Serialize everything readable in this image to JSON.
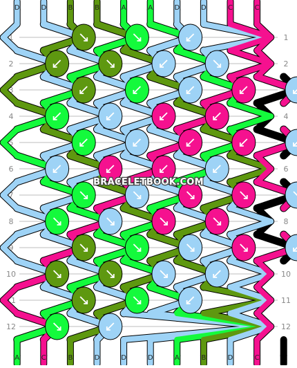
{
  "colors": {
    "D": "#9ed3f6",
    "B": "#5e9810",
    "A": "#14fa3c",
    "C": "#f5118f",
    "row_line": "#bcbcbc",
    "row_label": "#888888",
    "knot_outline": "#000000",
    "knot_arrow": "#ffffff",
    "watermark_fill": "#ffffff",
    "watermark_stroke": "#444444"
  },
  "strings": [
    "D",
    "D",
    "B",
    "B",
    "A",
    "A",
    "D",
    "D",
    "C",
    "C"
  ],
  "row_labels": [
    "1",
    "2",
    "3",
    "4",
    "5",
    "6",
    "7",
    "8",
    "9",
    "10",
    "11",
    "12"
  ],
  "watermark": "BRACELETBOOK.COM",
  "icons": {
    "arrow_se": "down-right-arrow-icon",
    "arrow_sw": "down-left-arrow-icon"
  },
  "knots": [
    [
      {
        "c": "B",
        "d": "se"
      },
      {
        "c": "A",
        "d": "se"
      },
      {
        "c": "D",
        "d": "sw"
      }
    ],
    [
      {
        "c": "B",
        "d": "sw"
      },
      {
        "c": "B",
        "d": "se"
      },
      {
        "c": "D",
        "d": "sw"
      },
      {
        "c": "D",
        "d": "se"
      }
    ],
    [
      {
        "c": "B",
        "d": "sw"
      },
      {
        "c": "A",
        "d": "sw"
      },
      {
        "c": "D",
        "d": "sw"
      },
      {
        "c": "C",
        "d": "sw"
      },
      {
        "c": "D",
        "d": "sw"
      }
    ],
    [
      {
        "c": "A",
        "d": "sw"
      },
      {
        "c": "D",
        "d": "sw"
      },
      {
        "c": "C",
        "d": "sw"
      },
      {
        "c": "C",
        "d": "sw"
      }
    ],
    [
      {
        "c": "A",
        "d": "sw"
      },
      {
        "c": "D",
        "d": "sw"
      },
      {
        "c": "C",
        "d": "sw"
      },
      {
        "c": "C",
        "d": "sw"
      },
      {
        "c": "D",
        "d": "sw"
      }
    ],
    [
      {
        "c": "D",
        "d": "sw"
      },
      {
        "c": "C",
        "d": "sw"
      },
      {
        "c": "C",
        "d": "sw"
      },
      {
        "c": "D",
        "d": "sw"
      }
    ],
    [
      {
        "c": "A",
        "d": "se"
      },
      {
        "c": "D",
        "d": "se"
      },
      {
        "c": "C",
        "d": "se"
      },
      {
        "c": "C",
        "d": "se"
      },
      {
        "c": "D",
        "d": "se"
      }
    ],
    [
      {
        "c": "A",
        "d": "se"
      },
      {
        "c": "D",
        "d": "se"
      },
      {
        "c": "C",
        "d": "se"
      },
      {
        "c": "C",
        "d": "se"
      }
    ],
    [
      {
        "c": "B",
        "d": "se"
      },
      {
        "c": "A",
        "d": "se"
      },
      {
        "c": "D",
        "d": "se"
      },
      {
        "c": "C",
        "d": "se"
      },
      {
        "c": "D",
        "d": "sw"
      }
    ],
    [
      {
        "c": "B",
        "d": "se"
      },
      {
        "c": "B",
        "d": "se"
      },
      {
        "c": "D",
        "d": "se"
      },
      {
        "c": "D",
        "d": "sw"
      }
    ],
    [
      {
        "c": "B",
        "d": "se"
      },
      {
        "c": "A",
        "d": "se"
      },
      {
        "c": "D",
        "d": "sw"
      }
    ],
    [
      {
        "c": "A",
        "d": "se"
      },
      {
        "c": "D",
        "d": "sw"
      }
    ]
  ]
}
